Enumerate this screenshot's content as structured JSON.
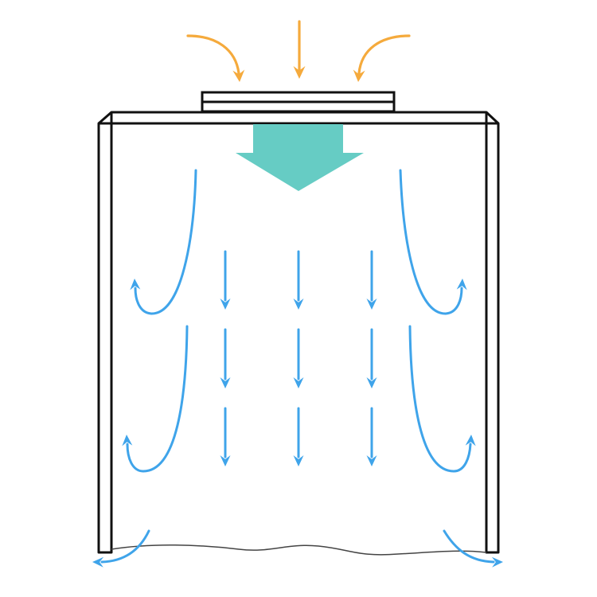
{
  "colors": {
    "intake_arrows": "#F5AA3C",
    "main_downflow": "#66CCC4",
    "airflow_arrows": "#3FA4EA",
    "frame": "#111111",
    "curtain": "#444444",
    "background": "#FFFFFF"
  },
  "icons": {
    "intake": "air-intake-arrow-icon",
    "downflow": "main-downflow-arrow-icon",
    "airflow": "airflow-arrow-icon",
    "exhaust": "exhaust-arrow-icon"
  },
  "diagram": {
    "intake_arrow_count": 3,
    "straight_downflow_grid": {
      "columns": 3,
      "rows": 3
    },
    "side_curl_arrows_per_side": 2,
    "bottom_exhaust_arrows": 2
  }
}
